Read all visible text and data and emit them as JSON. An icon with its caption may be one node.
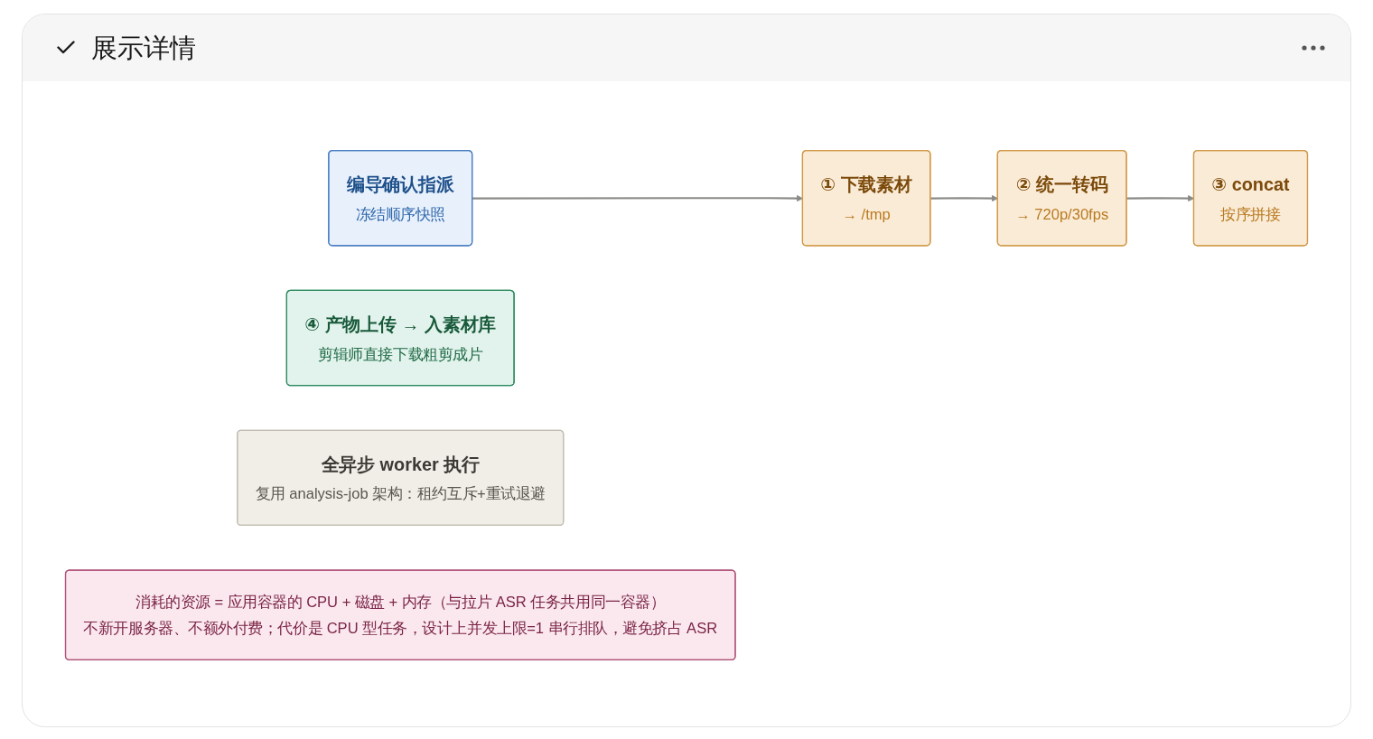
{
  "diagram": {
    "title": "展示详情",
    "nodes": [
      {
        "text": [
          "编导确认指派",
          "冻结顺序快照"
        ]
      },
      {
        "text": [
          "① 下载素材",
          "→ /tmp"
        ]
      },
      {
        "text": [
          "② 统一转码",
          "→ 720p/30fps"
        ]
      },
      {
        "text": [
          "③ concat",
          "按序拼接"
        ]
      },
      {
        "text": [
          "④ 产物上传 → 入素材库",
          "剪辑师直接下载粗剪成片"
        ]
      },
      {
        "text": [
          "全异步 worker 执行",
          "复用 analysis-job 架构：租约互斥+重试退避"
        ]
      },
      {
        "text": [
          "消耗的资源 = 应用容器的 CPU + 磁盘 + 内存（与拉片 ASR 任务共用同一容器）",
          "不新开服务器、不额外付费；代价是 CPU 型任务，设计上并发上限=1 串行排队，避免挤占 ASR"
        ]
      }
    ],
    "edges": [
      {
        "from": 0,
        "to": 1,
        "arrow": "to"
      },
      {
        "from": 1,
        "to": 2,
        "arrow": "to"
      },
      {
        "from": 2,
        "to": 3,
        "arrow": "to"
      }
    ]
  }
}
